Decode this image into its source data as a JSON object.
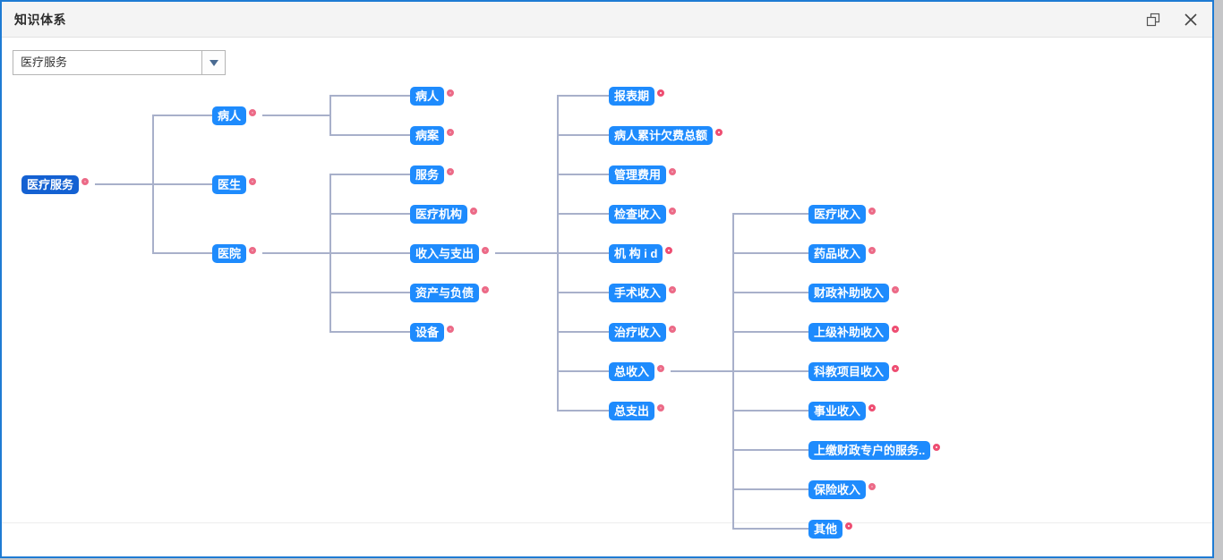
{
  "titlebar": {
    "title": "知识体系",
    "controls": [
      {
        "name": "restore-window-icon"
      },
      {
        "name": "close-icon"
      }
    ]
  },
  "combobox": {
    "value": "医疗服务"
  },
  "colors": {
    "window_border": "#1e7bd3",
    "titlebar_bg": "#f4f4f4",
    "node_blue": "#1e8bfd",
    "root_node_blue": "#1461d2",
    "connector_line": "#a8b0ca",
    "circle_ring": "#ee4e72",
    "circle_fill_pink": "#f0a9ba",
    "backdrop_gray": "#c5c6c8"
  },
  "tree": {
    "nodes": [
      {
        "id": "root",
        "label": "医疗服务",
        "level": 0,
        "row": 2.25,
        "circle": "filled",
        "parent": null
      },
      {
        "id": "bingren-1",
        "label": "病人",
        "level": 1,
        "row": 0.5,
        "circle": "filled",
        "parent": "root"
      },
      {
        "id": "yisheng",
        "label": "医生",
        "level": 1,
        "row": 2.25,
        "circle": "filled",
        "parent": "root"
      },
      {
        "id": "yiyuan",
        "label": "医院",
        "level": 1,
        "row": 4,
        "circle": "filled",
        "parent": "root"
      },
      {
        "id": "bingren-2",
        "label": "病人",
        "level": 2,
        "row": 0,
        "circle": "filled",
        "parent": "bingren-1"
      },
      {
        "id": "bingan",
        "label": "病案",
        "level": 2,
        "row": 1,
        "circle": "filled",
        "parent": "bingren-1"
      },
      {
        "id": "fuwu",
        "label": "服务",
        "level": 2,
        "row": 2,
        "circle": "filled",
        "parent": "yiyuan"
      },
      {
        "id": "yiliao-jigou",
        "label": "医疗机构",
        "level": 2,
        "row": 3,
        "circle": "filled",
        "parent": "yiyuan"
      },
      {
        "id": "shouru-zhichu",
        "label": "收入与支出",
        "level": 2,
        "row": 4,
        "circle": "filled",
        "parent": "yiyuan"
      },
      {
        "id": "zichan-fuzhai",
        "label": "资产与负债",
        "level": 2,
        "row": 5,
        "circle": "filled",
        "parent": "yiyuan"
      },
      {
        "id": "shebei",
        "label": "设备",
        "level": 2,
        "row": 6,
        "circle": "filled",
        "parent": "yiyuan"
      },
      {
        "id": "baobiaoqi",
        "label": "报表期",
        "level": 3,
        "row": 0,
        "circle": "hollow",
        "parent": "shouru-zhichu"
      },
      {
        "id": "qianfei-zonge",
        "label": "病人累计欠费总额",
        "level": 3,
        "row": 1,
        "circle": "hollow",
        "parent": "shouru-zhichu"
      },
      {
        "id": "guanli-feiyong",
        "label": "管理费用",
        "level": 3,
        "row": 2,
        "circle": "filled",
        "parent": "shouru-zhichu"
      },
      {
        "id": "jiancha-shouru",
        "label": "检查收入",
        "level": 3,
        "row": 3,
        "circle": "filled",
        "parent": "shouru-zhichu"
      },
      {
        "id": "jigou-id",
        "label": "机 构 i d",
        "level": 3,
        "row": 4,
        "circle": "hollow",
        "parent": "shouru-zhichu"
      },
      {
        "id": "shoushu-shouru",
        "label": "手术收入",
        "level": 3,
        "row": 5,
        "circle": "filled",
        "parent": "shouru-zhichu"
      },
      {
        "id": "zhiliao-shouru",
        "label": "治疗收入",
        "level": 3,
        "row": 6,
        "circle": "filled",
        "parent": "shouru-zhichu"
      },
      {
        "id": "zong-shouru",
        "label": "总收入",
        "level": 3,
        "row": 7,
        "circle": "filled",
        "parent": "shouru-zhichu"
      },
      {
        "id": "zong-zhichu",
        "label": "总支出",
        "level": 3,
        "row": 8,
        "circle": "filled",
        "parent": "shouru-zhichu"
      },
      {
        "id": "yiliao-shouru",
        "label": "医疗收入",
        "level": 4,
        "row": 3,
        "circle": "filled",
        "parent": "zong-shouru"
      },
      {
        "id": "yaopin-shouru",
        "label": "药品收入",
        "level": 4,
        "row": 4,
        "circle": "filled",
        "parent": "zong-shouru"
      },
      {
        "id": "caizheng-buzhu",
        "label": "财政补助收入",
        "level": 4,
        "row": 5,
        "circle": "filled",
        "parent": "zong-shouru"
      },
      {
        "id": "shangji-buzhu",
        "label": "上级补助收入",
        "level": 4,
        "row": 6,
        "circle": "hollow",
        "parent": "zong-shouru"
      },
      {
        "id": "kejiao-xiangmu",
        "label": "科教项目收入",
        "level": 4,
        "row": 7,
        "circle": "hollow",
        "parent": "zong-shouru"
      },
      {
        "id": "shiye-shouru",
        "label": "事业收入",
        "level": 4,
        "row": 8,
        "circle": "hollow",
        "parent": "zong-shouru"
      },
      {
        "id": "shangjiao-fuwu",
        "label": "上缴财政专户的服务..",
        "level": 4,
        "row": 9,
        "circle": "hollow",
        "parent": "zong-shouru"
      },
      {
        "id": "baoxian-shouru",
        "label": "保险收入",
        "level": 4,
        "row": 10,
        "circle": "filled",
        "parent": "zong-shouru"
      },
      {
        "id": "qita",
        "label": "其他",
        "level": 4,
        "row": 11,
        "circle": "hollow",
        "parent": "zong-shouru"
      }
    ]
  }
}
